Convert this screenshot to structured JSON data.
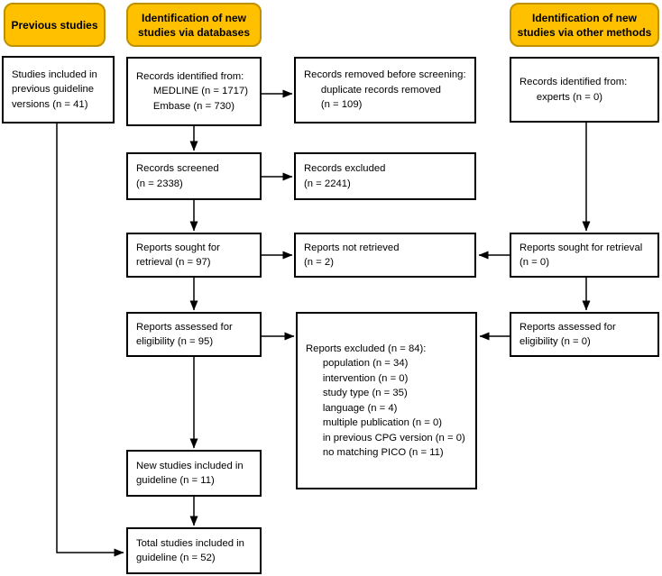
{
  "colors": {
    "header_fill": "#FFC000",
    "header_border": "#BF9000",
    "box_fill": "#FFFFFF",
    "box_border": "#000000",
    "arrow": "#000000"
  },
  "headers": {
    "previous": "Previous studies",
    "databases": "Identification of new\nstudies via databases",
    "other_methods": "Identification of new\nstudies via other methods"
  },
  "boxes": {
    "previous_studies": "Studies included in\nprevious guideline\nversions (n = 41)",
    "records_identified": "Records identified from:\n      MEDLINE (n = 1717)\n      Embase (n = 730)",
    "records_removed": "Records removed before screening:\n      duplicate records removed\n      (n = 109)",
    "records_experts": "Records identified from:\n      experts (n = 0)",
    "records_screened": "Records screened\n(n = 2338)",
    "records_excluded": "Records excluded\n(n = 2241)",
    "reports_sought": "Reports sought for\nretrieval (n = 97)",
    "reports_not_retrieved": "Reports not retrieved\n(n = 2)",
    "reports_sought_other": "Reports sought for retrieval\n(n = 0)",
    "reports_assessed": "Reports assessed for\neligibility (n = 95)",
    "reports_excluded_detail": "Reports excluded (n = 84):\n      population (n = 34)\n      intervention (n = 0)\n      study type (n = 35)\n      language (n = 4)\n      multiple publication (n = 0)\n      in previous CPG version (n = 0)\n      no matching PICO (n = 11)",
    "reports_assessed_other": "Reports assessed for\neligibility (n = 0)",
    "new_studies": "New studies included in\nguideline (n = 11)",
    "total_studies": "Total studies included in\nguideline (n = 52)"
  }
}
